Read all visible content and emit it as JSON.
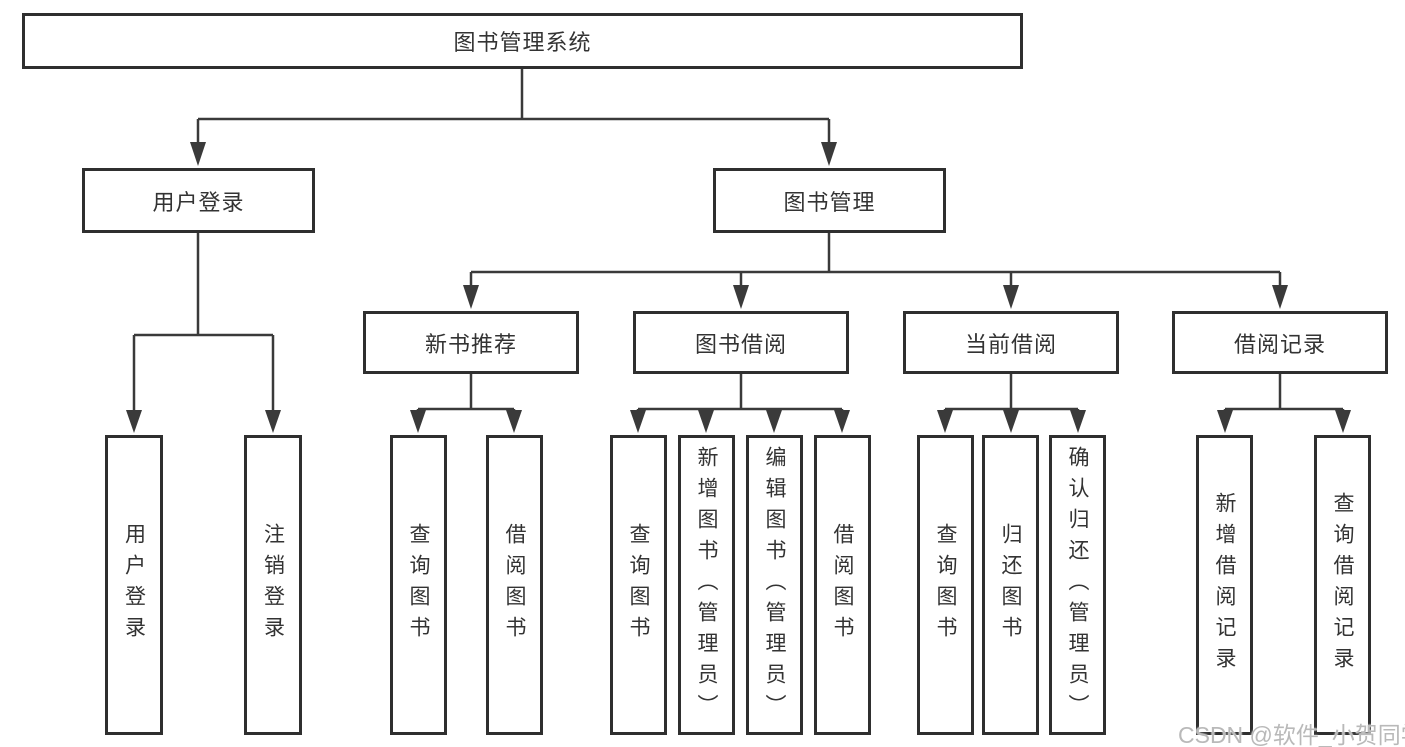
{
  "diagram": {
    "root": "图书管理系统",
    "level1": [
      "用户登录",
      "图书管理"
    ],
    "level2": [
      "新书推荐",
      "图书借阅",
      "当前借阅",
      "借阅记录"
    ],
    "leaves": {
      "user": [
        "用户登录",
        "注销登录"
      ],
      "recommend": [
        "查询图书",
        "借阅图书"
      ],
      "borrow": [
        "查询图书",
        "新增图书（管理员）",
        "编辑图书（管理员）",
        "借阅图书"
      ],
      "current": [
        "查询图书",
        "归还图书",
        "确认归还（管理员）"
      ],
      "records": [
        "新增借阅记录",
        "查询借阅记录"
      ]
    },
    "watermark": "CSDN @软件_小贺同学",
    "colors": {
      "line": "#3a3a3a",
      "border": "#2f2f2f",
      "text": "#333333",
      "watermark": "#b9b9b9",
      "background": "#ffffff"
    }
  }
}
